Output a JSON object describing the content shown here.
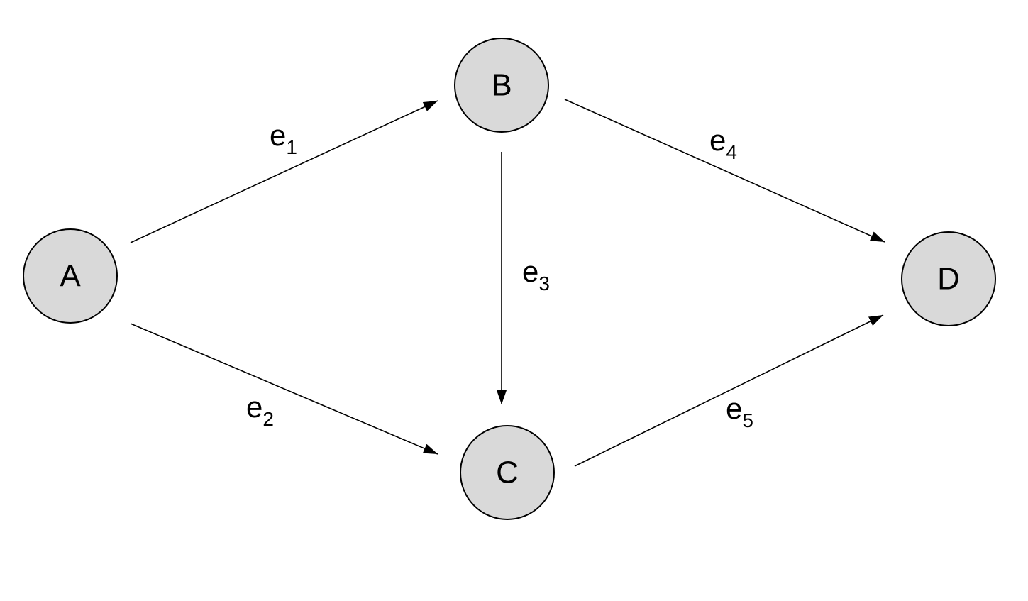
{
  "colors": {
    "node_fill": "#d9d9d9",
    "stroke": "#000000",
    "background": "#ffffff"
  },
  "nodes": {
    "A": {
      "label": "A"
    },
    "B": {
      "label": "B"
    },
    "C": {
      "label": "C"
    },
    "D": {
      "label": "D"
    }
  },
  "edges": {
    "e1": {
      "base": "e",
      "sub": "1",
      "from": "A",
      "to": "B"
    },
    "e2": {
      "base": "e",
      "sub": "2",
      "from": "A",
      "to": "C"
    },
    "e3": {
      "base": "e",
      "sub": "3",
      "from": "B",
      "to": "C"
    },
    "e4": {
      "base": "e",
      "sub": "4",
      "from": "B",
      "to": "D"
    },
    "e5": {
      "base": "e",
      "sub": "5",
      "from": "C",
      "to": "D"
    }
  }
}
